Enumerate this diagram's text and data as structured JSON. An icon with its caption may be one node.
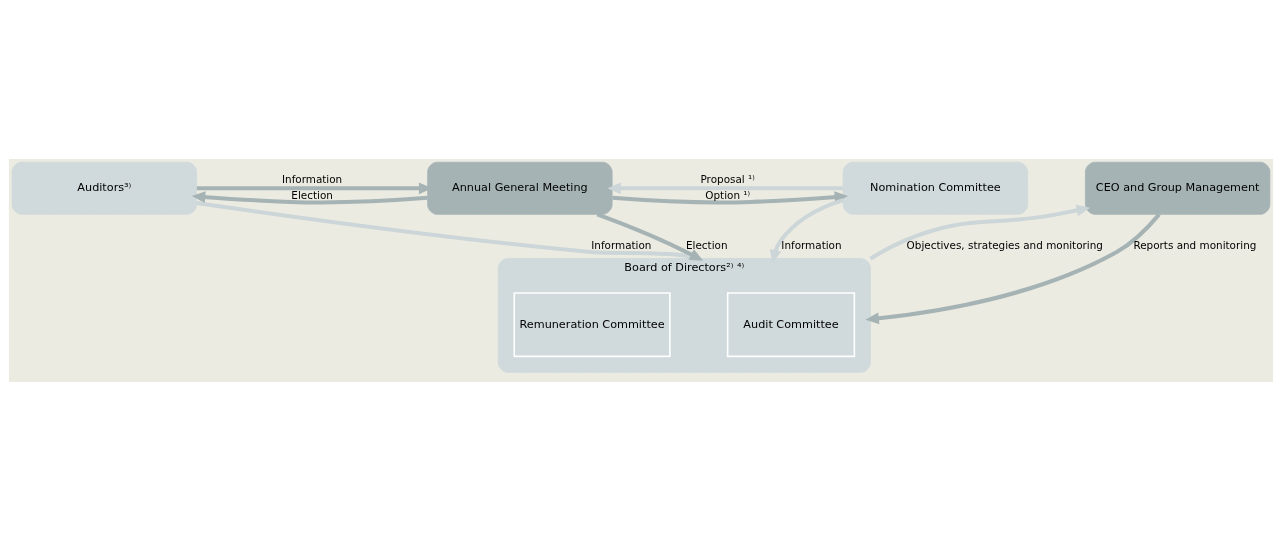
{
  "diagram": {
    "nodes": [
      {
        "text": [
          "Auditors³⁾"
        ]
      },
      {
        "text": [
          "Annual General Meeting"
        ]
      },
      {
        "text": [
          "Nomination Committee"
        ]
      },
      {
        "text": [
          "Board of Directors²⁾ ⁴⁾"
        ]
      },
      {
        "text": [
          "Audit Committee"
        ],
        "in": 3
      },
      {
        "text": [
          "Remuneration Committee"
        ],
        "in": 3
      },
      {
        "text": [
          "CEO and Group Management"
        ]
      }
    ],
    "edges": [
      {
        "from": 1,
        "to": 0,
        "arrow": "to",
        "label": "Election"
      },
      {
        "from": 1,
        "to": 2,
        "arrow": "to",
        "label": "Option ¹⁾"
      },
      {
        "from": 0,
        "to": 1,
        "arrow": "to",
        "label": "Information"
      },
      {
        "from": 2,
        "to": 1,
        "arrow": "to",
        "label": "Proposal ¹⁾",
        "color": "#ccd5d8"
      },
      {
        "from": 1,
        "to": 3,
        "arrow": "to",
        "label": "Election"
      },
      {
        "from": 0,
        "to": 3,
        "arrow": "to",
        "label": "Information",
        "color": "#ccd5d8"
      },
      {
        "from": 2,
        "to": 3,
        "arrow": "to",
        "label": "Information",
        "color": "#ccd5d8"
      },
      {
        "from": 3,
        "to": 6,
        "arrow": "to",
        "label": "Objectives, strategies and monitoring",
        "color": "#ccd5d8"
      },
      {
        "from": 6,
        "to": 3,
        "arrow": "to",
        "label": "Reports and monitoring"
      }
    ]
  }
}
